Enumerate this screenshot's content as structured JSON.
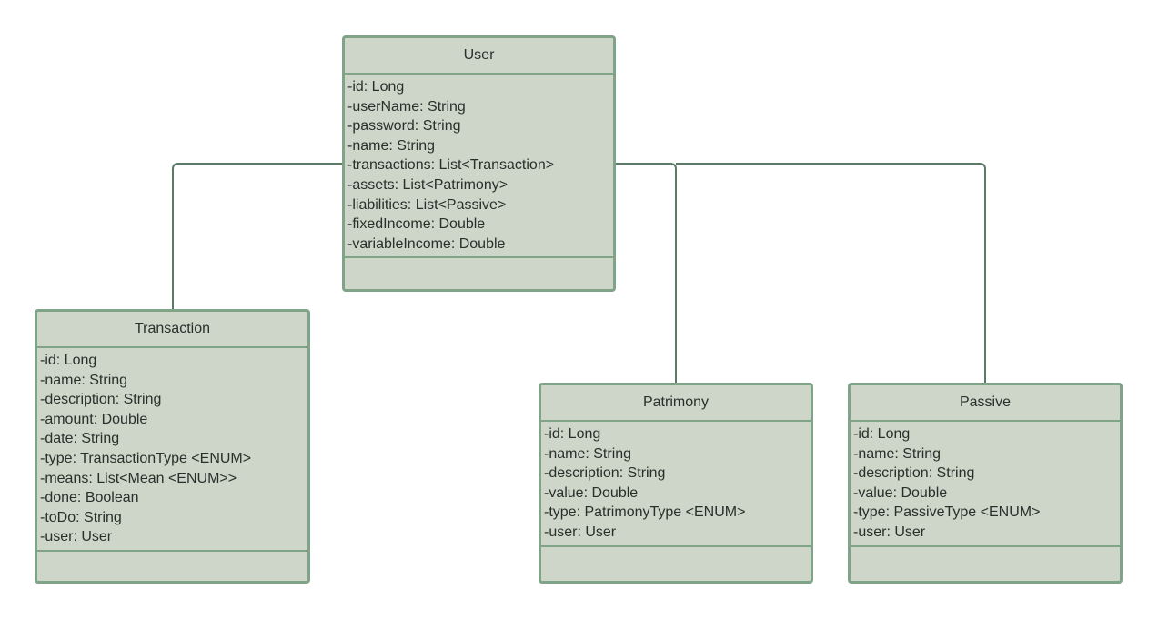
{
  "colors": {
    "box_fill": "#cdd6c8",
    "box_border": "#7fa487",
    "connector": "#5b7a66",
    "text": "#2a2f2b"
  },
  "classes": {
    "user": {
      "name": "User",
      "attributes": [
        "-id: Long",
        "-userName: String",
        "-password: String",
        "-name: String",
        "-transactions: List<Transaction>",
        "-assets: List<Patrimony>",
        "-liabilities: List<Passive>",
        "-fixedIncome: Double",
        "-variableIncome: Double"
      ]
    },
    "transaction": {
      "name": "Transaction",
      "attributes": [
        "-id: Long",
        "-name: String",
        "-description: String",
        "-amount: Double",
        "-date: String",
        "-type: TransactionType <ENUM>",
        "-means: List<Mean <ENUM>>",
        "-done: Boolean",
        "-toDo: String",
        "-user: User"
      ]
    },
    "patrimony": {
      "name": "Patrimony",
      "attributes": [
        "-id: Long",
        "-name: String",
        "-description: String",
        "-value: Double",
        "-type: PatrimonyType <ENUM>",
        "-user: User"
      ]
    },
    "passive": {
      "name": "Passive",
      "attributes": [
        "-id: Long",
        "-name: String",
        "-description: String",
        "-value: Double",
        "-type: PassiveType <ENUM>",
        "-user: User"
      ]
    }
  },
  "relations": [
    {
      "from": "User",
      "to": "Transaction"
    },
    {
      "from": "User",
      "to": "Patrimony"
    },
    {
      "from": "User",
      "to": "Passive"
    }
  ]
}
